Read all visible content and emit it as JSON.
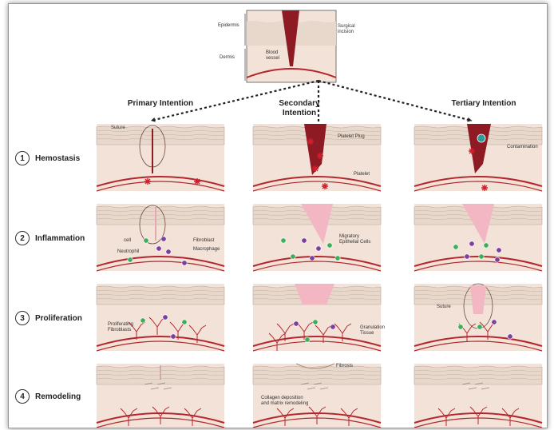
{
  "header": {
    "epidermis": "Epidermis",
    "dermis": "Dermis",
    "surgical_incision": "Surgical incision",
    "blood_vessel": "Blood vessel"
  },
  "columns": {
    "primary": "Primary Intention",
    "secondary": "Secondary Intention",
    "tertiary": "Tertiary Intention"
  },
  "stages": [
    {
      "num": "1",
      "name": "Hemostasis"
    },
    {
      "num": "2",
      "name": "Inflammation"
    },
    {
      "num": "3",
      "name": "Proliferation"
    },
    {
      "num": "4",
      "name": "Remodeling"
    }
  ],
  "labels": {
    "suture": "Suture",
    "platelet_plug": "Platelet Plug",
    "platelet": "Platelet",
    "contamination": "Contamination",
    "cell": "cell",
    "neutrophil": "Neutrophil",
    "fibroblast": "Fibroblast",
    "macrophage": "Macrophage",
    "migratory_epithelial": "Migratory Epithelial Cells",
    "proliferating_fibroblasts": "Proliferating Fibroblasts",
    "granulation_tissue": "Granulation Tissue",
    "suture_tertiary": "Suture",
    "fibrosis": "Fibrosis",
    "collagen": "Collagen deposition and matrix remodeling"
  },
  "colors": {
    "skin_top": "#e8d8cc",
    "skin_dermis": "#f3e2d8",
    "vessel": "#b3262c",
    "wound": "#8e1b24",
    "granulation": "#f2b7c3",
    "cell_green": "#3fae5a",
    "cell_purple": "#7b3fa0"
  }
}
